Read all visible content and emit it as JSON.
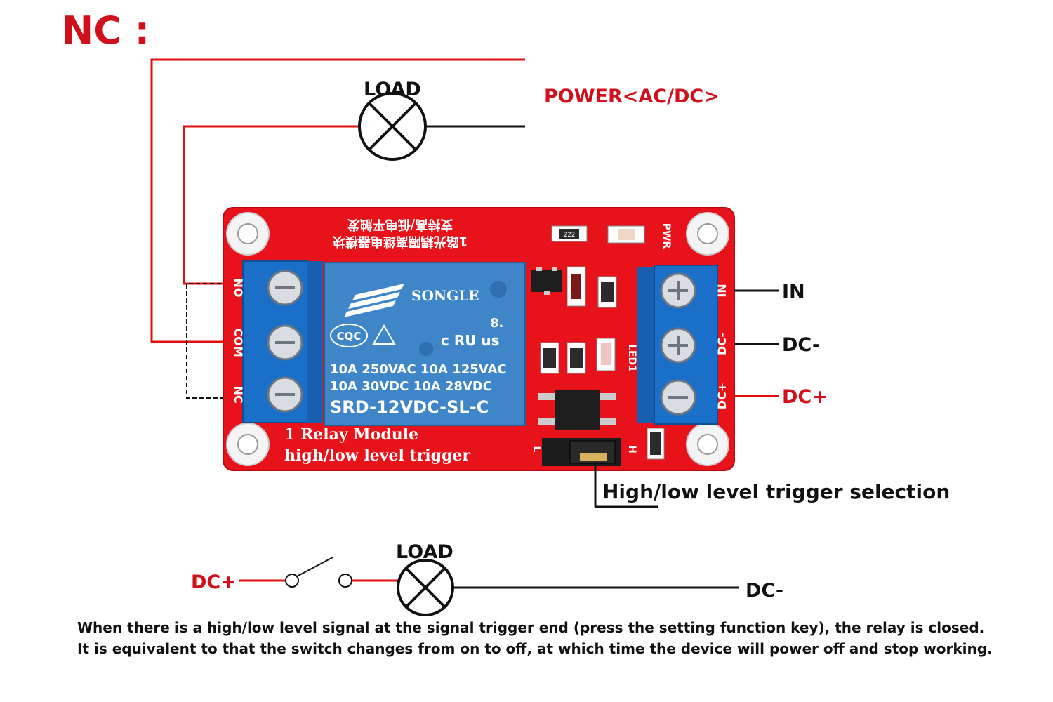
{
  "title": "NC :",
  "top": {
    "load_label": "LOAD",
    "power_label": "POWER<AC/DC>"
  },
  "module": {
    "relay_brand": "SONGLE",
    "relay_cert_left": "CQC",
    "relay_cert_ul": "c RU us",
    "relay_rating_1": "10A 250VAC  10A 125VAC",
    "relay_rating_2": "10A  30VDC  10A 28VDC",
    "relay_model": "SRD-12VDC-SL-C",
    "relay_cert_num": "8.",
    "silk_line_1": "1 Relay  Module",
    "silk_line_2": "high/low level trigger",
    "cn_line_1": "1路光耦隔离继电器模块",
    "cn_line_2": "支持高/低电平触发",
    "terminal_left": [
      "NO",
      "COM",
      "NC"
    ],
    "terminal_right": [
      "IN",
      "DC-",
      "DC+"
    ],
    "pwr_label": "PWR",
    "led_label": "LED1",
    "resistor_code": "222",
    "jumper_low": "L",
    "jumper_high": "H"
  },
  "outputs": {
    "in": "IN",
    "dc_minus": "DC-",
    "dc_plus": "DC+"
  },
  "trigger_selection": "High/low level trigger selection",
  "bottom": {
    "dc_plus": "DC+",
    "load_label": "LOAD",
    "dc_minus": "DC-"
  },
  "caption": {
    "line_1": "When there is a high/low level signal at the signal trigger end (press the setting function key), the relay is closed.",
    "line_2": "It is equivalent to that the switch changes from on to off, at which time the device will power off and stop working."
  },
  "colors": {
    "red_text": "#d0101a",
    "wire_red": "#e01010",
    "wire_black": "#111111",
    "pcb_red": "#e8121a",
    "relay_blue": "#3f86c8",
    "terminal_blue": "#1a6fc9"
  }
}
